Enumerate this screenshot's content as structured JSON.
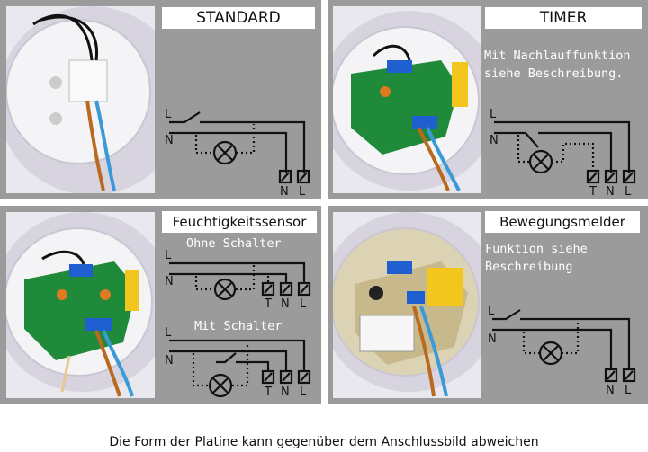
{
  "panels": {
    "standard": {
      "title": "STANDARD"
    },
    "timer": {
      "title": "TIMER",
      "note_line1": "Mit Nachlauffunktion",
      "note_line2": "siehe Beschreibung."
    },
    "humidity": {
      "title": "Feuchtigkeitssensor",
      "sub1": "Ohne Schalter",
      "sub2": "Mit Schalter"
    },
    "motion": {
      "title": "Bewegungsmelder",
      "note_line1": "Funktion siehe",
      "note_line2": "Beschreibung"
    }
  },
  "labels": {
    "L": "L",
    "N": "N",
    "T": "T",
    "lamp": "X"
  },
  "footer": "Die Form der Platine kann gegenüber dem Anschlussbild abweichen",
  "colors": {
    "panel_bg": "#9b9b9b",
    "board_green": "#1f8a3a",
    "terminal_blue": "#1f5fd0",
    "relay_yellow": "#f2c61c"
  }
}
